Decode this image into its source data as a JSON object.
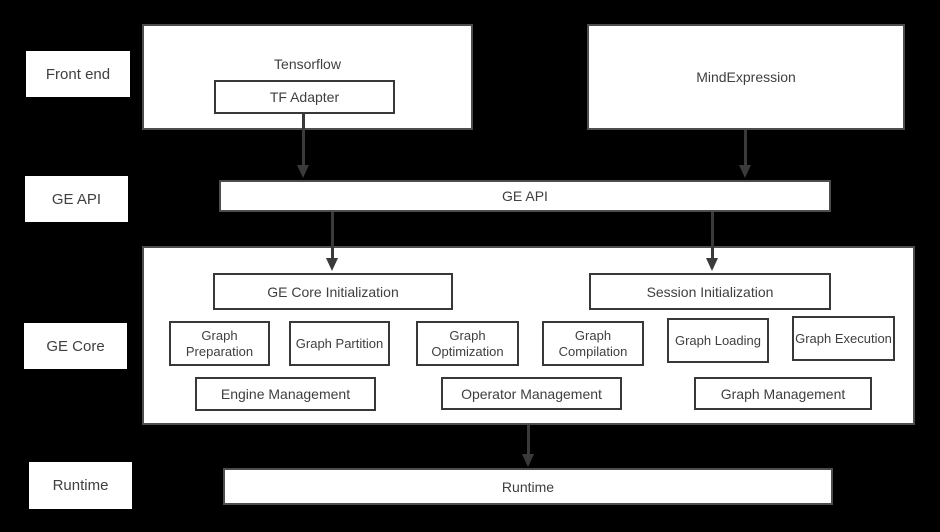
{
  "colors": {
    "background": "#000000",
    "box_fill": "#ffffff",
    "outer_border": "#4d4d4d",
    "inner_border": "#383838",
    "text": "#3f3f3f",
    "arrow": "#3a3a3a"
  },
  "side_labels": {
    "front_end": "Front end",
    "ge_api": "GE API",
    "ge_core": "GE Core",
    "runtime": "Runtime"
  },
  "frontend": {
    "tensorflow_label": "Tensorflow",
    "tf_adapter_label": "TF Adapter",
    "mindexpression_label": "MindExpression"
  },
  "api": {
    "label": "GE API"
  },
  "core": {
    "init_label": "GE Core Initialization",
    "session_label": "Session Initialization",
    "modules": [
      "Graph Preparation",
      "Graph Partition",
      "Graph Optimization",
      "Graph Compilation",
      "Graph Loading",
      "Graph Execution"
    ],
    "management": [
      "Engine Management",
      "Operator Management",
      "Graph Management"
    ]
  },
  "runtime": {
    "label": "Runtime"
  }
}
